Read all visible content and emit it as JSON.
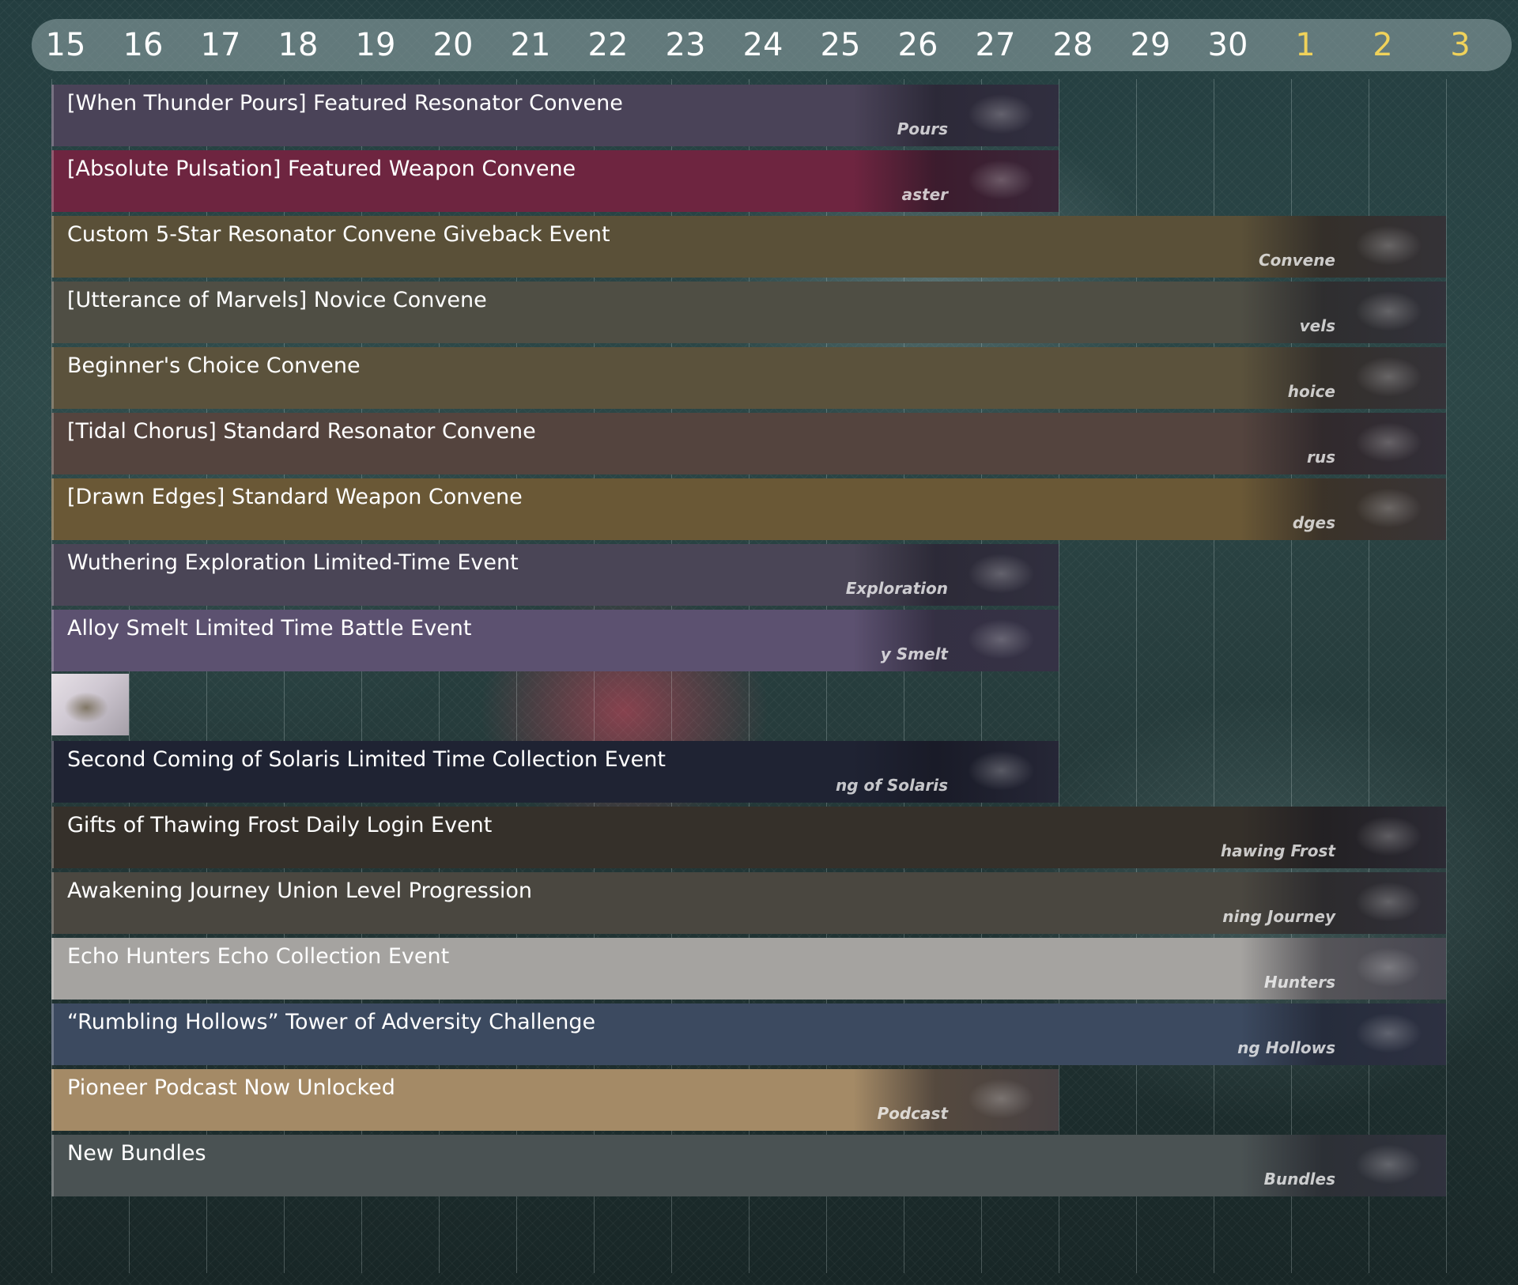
{
  "timeline": {
    "dates": [
      {
        "label": "15",
        "next_month": false
      },
      {
        "label": "16",
        "next_month": false
      },
      {
        "label": "17",
        "next_month": false
      },
      {
        "label": "18",
        "next_month": false
      },
      {
        "label": "19",
        "next_month": false
      },
      {
        "label": "20",
        "next_month": false
      },
      {
        "label": "21",
        "next_month": false
      },
      {
        "label": "22",
        "next_month": false
      },
      {
        "label": "23",
        "next_month": false
      },
      {
        "label": "24",
        "next_month": false
      },
      {
        "label": "25",
        "next_month": false
      },
      {
        "label": "26",
        "next_month": false
      },
      {
        "label": "27",
        "next_month": false
      },
      {
        "label": "28",
        "next_month": false
      },
      {
        "label": "29",
        "next_month": false
      },
      {
        "label": "30",
        "next_month": false
      },
      {
        "label": "1",
        "next_month": true
      },
      {
        "label": "2",
        "next_month": true
      },
      {
        "label": "3",
        "next_month": true
      }
    ],
    "next_month_color": "#f0d25a",
    "events": [
      {
        "title": "[When Thunder Pours] Featured Resonator Convene",
        "art_label": "Pours",
        "color": "#4a4358",
        "start": "15",
        "end": "27"
      },
      {
        "title": "[Absolute Pulsation] Featured Weapon Convene",
        "art_label": "aster",
        "color": "#6e2540",
        "start": "15",
        "end": "27"
      },
      {
        "title": "Custom 5-Star Resonator Convene Giveback Event",
        "art_label": "Convene",
        "color": "#5a5038",
        "start": "15",
        "end": "2"
      },
      {
        "title": "[Utterance of Marvels] Novice Convene",
        "art_label": "vels",
        "color": "#4f4e44",
        "start": "15",
        "end": "2"
      },
      {
        "title": "Beginner's Choice Convene",
        "art_label": "hoice",
        "color": "#5b523c",
        "start": "15",
        "end": "2"
      },
      {
        "title": "[Tidal Chorus] Standard Resonator Convene",
        "art_label": "rus",
        "color": "#54443e",
        "start": "15",
        "end": "2"
      },
      {
        "title": "[Drawn Edges] Standard Weapon Convene",
        "art_label": "dges",
        "color": "#6a5836",
        "start": "15",
        "end": "2"
      },
      {
        "title": "Wuthering Exploration Limited-Time Event",
        "art_label": "Exploration",
        "color": "#4a4556",
        "start": "15",
        "end": "27"
      },
      {
        "title": "Alloy Smelt Limited Time Battle Event",
        "art_label": "y Smelt",
        "color": "#5c5170",
        "start": "15",
        "end": "27"
      },
      {
        "title": "Second Coming of Solaris Limited Time Collection Event",
        "art_label": "ng of Solaris",
        "color": "#1f2333",
        "start": "15",
        "end": "27"
      },
      {
        "title": "Gifts of Thawing Frost Daily Login Event",
        "art_label": "hawing Frost",
        "color": "#35302a",
        "start": "15",
        "end": "2"
      },
      {
        "title": "Awakening Journey Union Level Progression",
        "art_label": "ning Journey",
        "color": "#4a4740",
        "start": "15",
        "end": "2"
      },
      {
        "title": "Echo Hunters Echo Collection Event",
        "art_label": "Hunters",
        "color": "#a5a3a0",
        "start": "15",
        "end": "2"
      },
      {
        "title": "“Rumbling Hollows” Tower of Adversity Challenge",
        "art_label": "ng Hollows",
        "color": "#3c4a60",
        "start": "15",
        "end": "2"
      },
      {
        "title": "Pioneer Podcast Now Unlocked",
        "art_label": "Podcast",
        "color": "#a48a66",
        "start": "15",
        "end": "27"
      },
      {
        "title": "New Bundles",
        "art_label": "Bundles",
        "color": "#4a5253",
        "start": "15",
        "end": "2"
      }
    ]
  }
}
